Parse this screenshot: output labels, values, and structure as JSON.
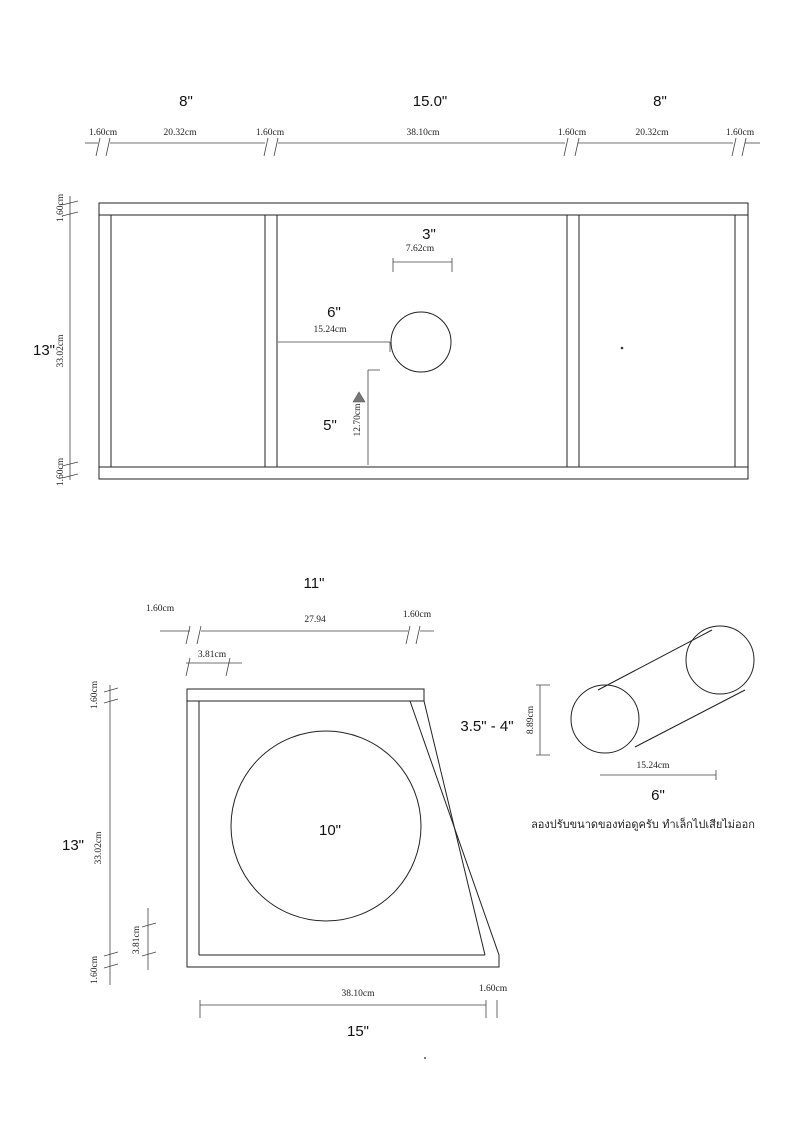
{
  "top_view": {
    "labels_inch": {
      "left_chamber": "8\"",
      "center_chamber": "15.0\"",
      "right_chamber": "8\"",
      "height": "13\"",
      "port_width": "3\"",
      "port_offset": "6\"",
      "port_height": "5\""
    },
    "labels_cm": {
      "wall_1": "1.60cm",
      "left_chamber": "20.32cm",
      "wall_2": "1.60cm",
      "center_chamber": "38.10cm",
      "wall_3": "1.60cm",
      "right_chamber": "20.32cm",
      "wall_4": "1.60cm",
      "height": "33.02cm",
      "top_wall": "1.60cm",
      "bottom_wall": "1.60cm",
      "port_width": "7.62cm",
      "port_offset": "15.24cm",
      "port_height": "12.70cm"
    }
  },
  "side_view": {
    "labels_inch": {
      "top_width": "11\"",
      "height": "13\"",
      "driver": "10\"",
      "bottom_width": "15\""
    },
    "labels_cm": {
      "wall_left": "1.60cm",
      "top_width": "27.94",
      "wall_right": "1.60cm",
      "inner_offset": "3.81cm",
      "top_wall": "1.60cm",
      "height": "33.02cm",
      "bottom_offset": "3.81cm",
      "bottom_wall": "1.60cm",
      "bottom_width": "38.10cm",
      "bottom_wall_right": "1.60cm"
    }
  },
  "port_tube": {
    "diameter_inch": "3.5\" - 4\"",
    "diameter_cm": "8.89cm",
    "length_cm": "15.24cm",
    "length_inch": "6\"",
    "note": "ลองปรับขนาดของท่อดูครับ ทำเล็กไปเสียไม่ออก"
  }
}
